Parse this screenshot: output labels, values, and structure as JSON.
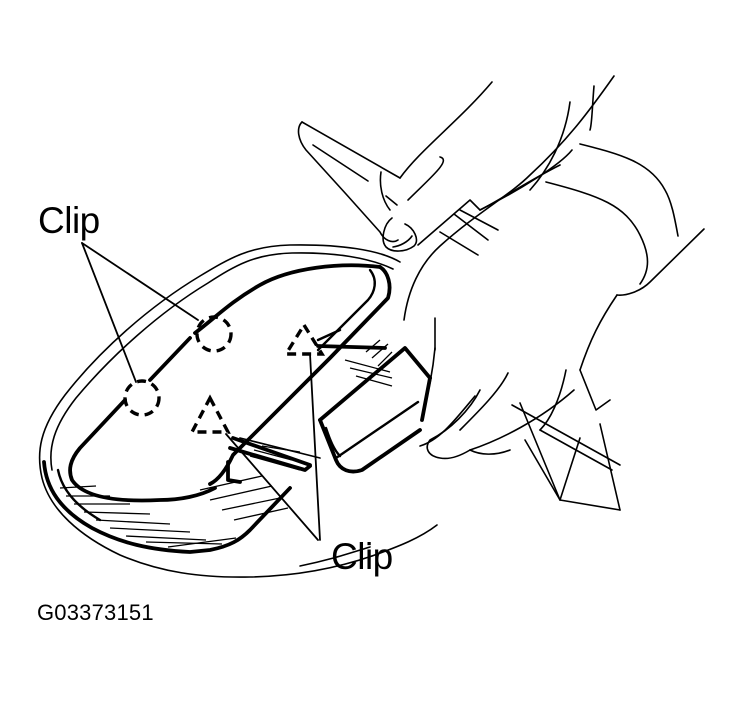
{
  "figure": {
    "description": "Technical line illustration: a hand holding a mirror/lamp housing cover while releasing clips",
    "callouts": [
      {
        "id": "clip-upper-left",
        "text": "Clip",
        "marker_shape": "dashed-circle",
        "marker_count": 2
      },
      {
        "id": "clip-lower-right",
        "text": "Clip",
        "marker_shape": "dashed-triangle",
        "marker_count": 2
      }
    ],
    "figure_code": "G03373151",
    "colors": {
      "line": "#000000",
      "background": "#ffffff"
    }
  }
}
